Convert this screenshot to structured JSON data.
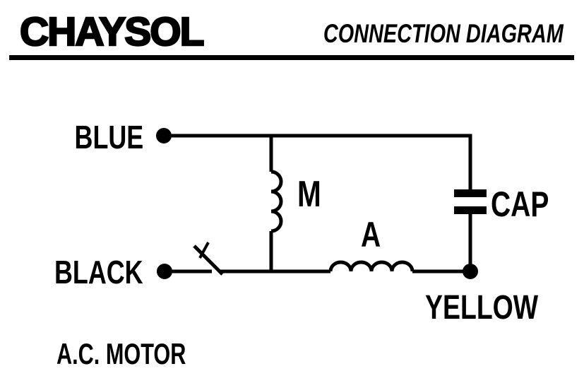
{
  "meta": {
    "background_color": "#ffffff",
    "ink_color": "#000000"
  },
  "header": {
    "brand": "CHAYSOL",
    "title": "CONNECTION DIAGRAM"
  },
  "diagram": {
    "labels": {
      "blue": "BLUE",
      "black": "BLACK",
      "yellow": "YELLOW",
      "main_winding": "M",
      "auxiliary_winding": "A",
      "capacitor": "CAP"
    },
    "caption": "A.C. MOTOR",
    "components": [
      {
        "id": "main-winding",
        "label": "M",
        "type": "coil",
        "connects": [
          "BLUE",
          "BLACK"
        ]
      },
      {
        "id": "auxiliary-winding",
        "label": "A",
        "type": "coil",
        "connects": [
          "BLACK",
          "YELLOW"
        ]
      },
      {
        "id": "capacitor",
        "label": "CAP",
        "type": "capacitor",
        "connects": [
          "BLUE",
          "YELLOW"
        ]
      },
      {
        "id": "switch",
        "label": "",
        "type": "switch",
        "connects": [
          "BLACK",
          "auxiliary-winding"
        ]
      }
    ]
  }
}
